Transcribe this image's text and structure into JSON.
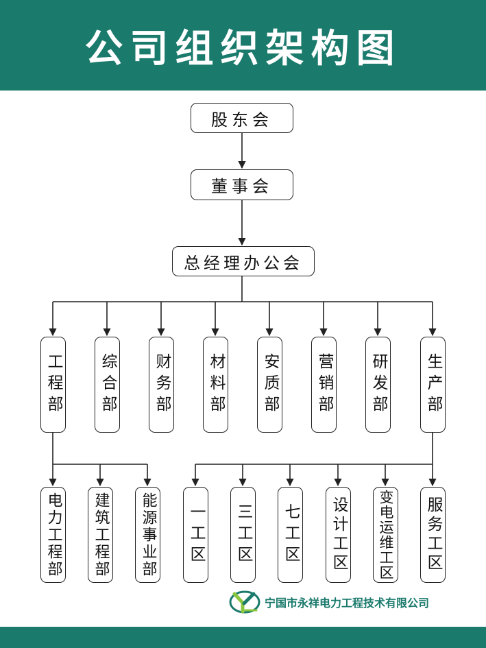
{
  "title": "公司组织架构图",
  "shareholders": "股东会",
  "board": "董事会",
  "gm_office": "总经理办公会",
  "departments": [
    "工程部",
    "综合部",
    "财务部",
    "材料部",
    "安质部",
    "营销部",
    "研发部",
    "生产部"
  ],
  "engineering_subs": [
    "电力工程部",
    "建筑工程部",
    "能源事业部"
  ],
  "production_subs": [
    "一工区",
    "三工区",
    "七工区",
    "设计工区",
    "变电运维工区",
    "服务工区"
  ],
  "company_name": "宁国市永祥电力工程技术有限公司",
  "logo_icon": "yongxiang-logo-icon",
  "colors": {
    "brand": "#1a7a6c",
    "logo_accent": "#8cc63f"
  }
}
